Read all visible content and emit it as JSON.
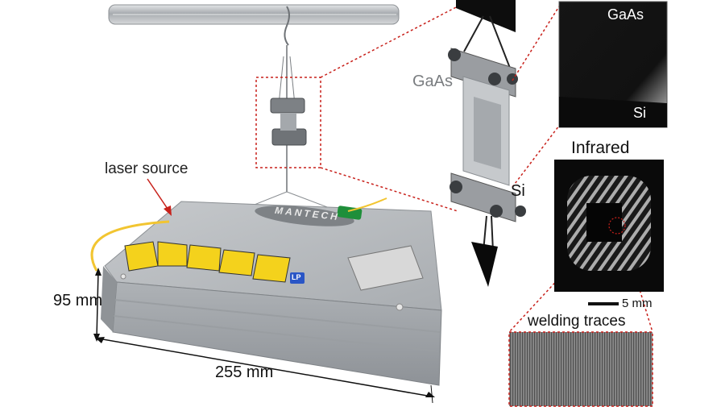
{
  "labels": {
    "laser_source": "laser source",
    "height_dim": "95 mm",
    "width_dim": "255 mm",
    "gaas_main": "GaAs",
    "si_main": "Si",
    "gaas_inset": "GaAs",
    "si_inset": "Si",
    "infrared_title": "Infrared",
    "scale_bar": "5 mm",
    "welding_traces": "welding traces"
  },
  "device": {
    "brand_logo": "MANTECH",
    "badge": "LP"
  },
  "colors": {
    "box_body": "#b9bcc0",
    "fiber": "#f2c531",
    "warning_label": "#f4d21c",
    "pointer_red": "#c8211b",
    "frame_red": "#c8211b"
  }
}
